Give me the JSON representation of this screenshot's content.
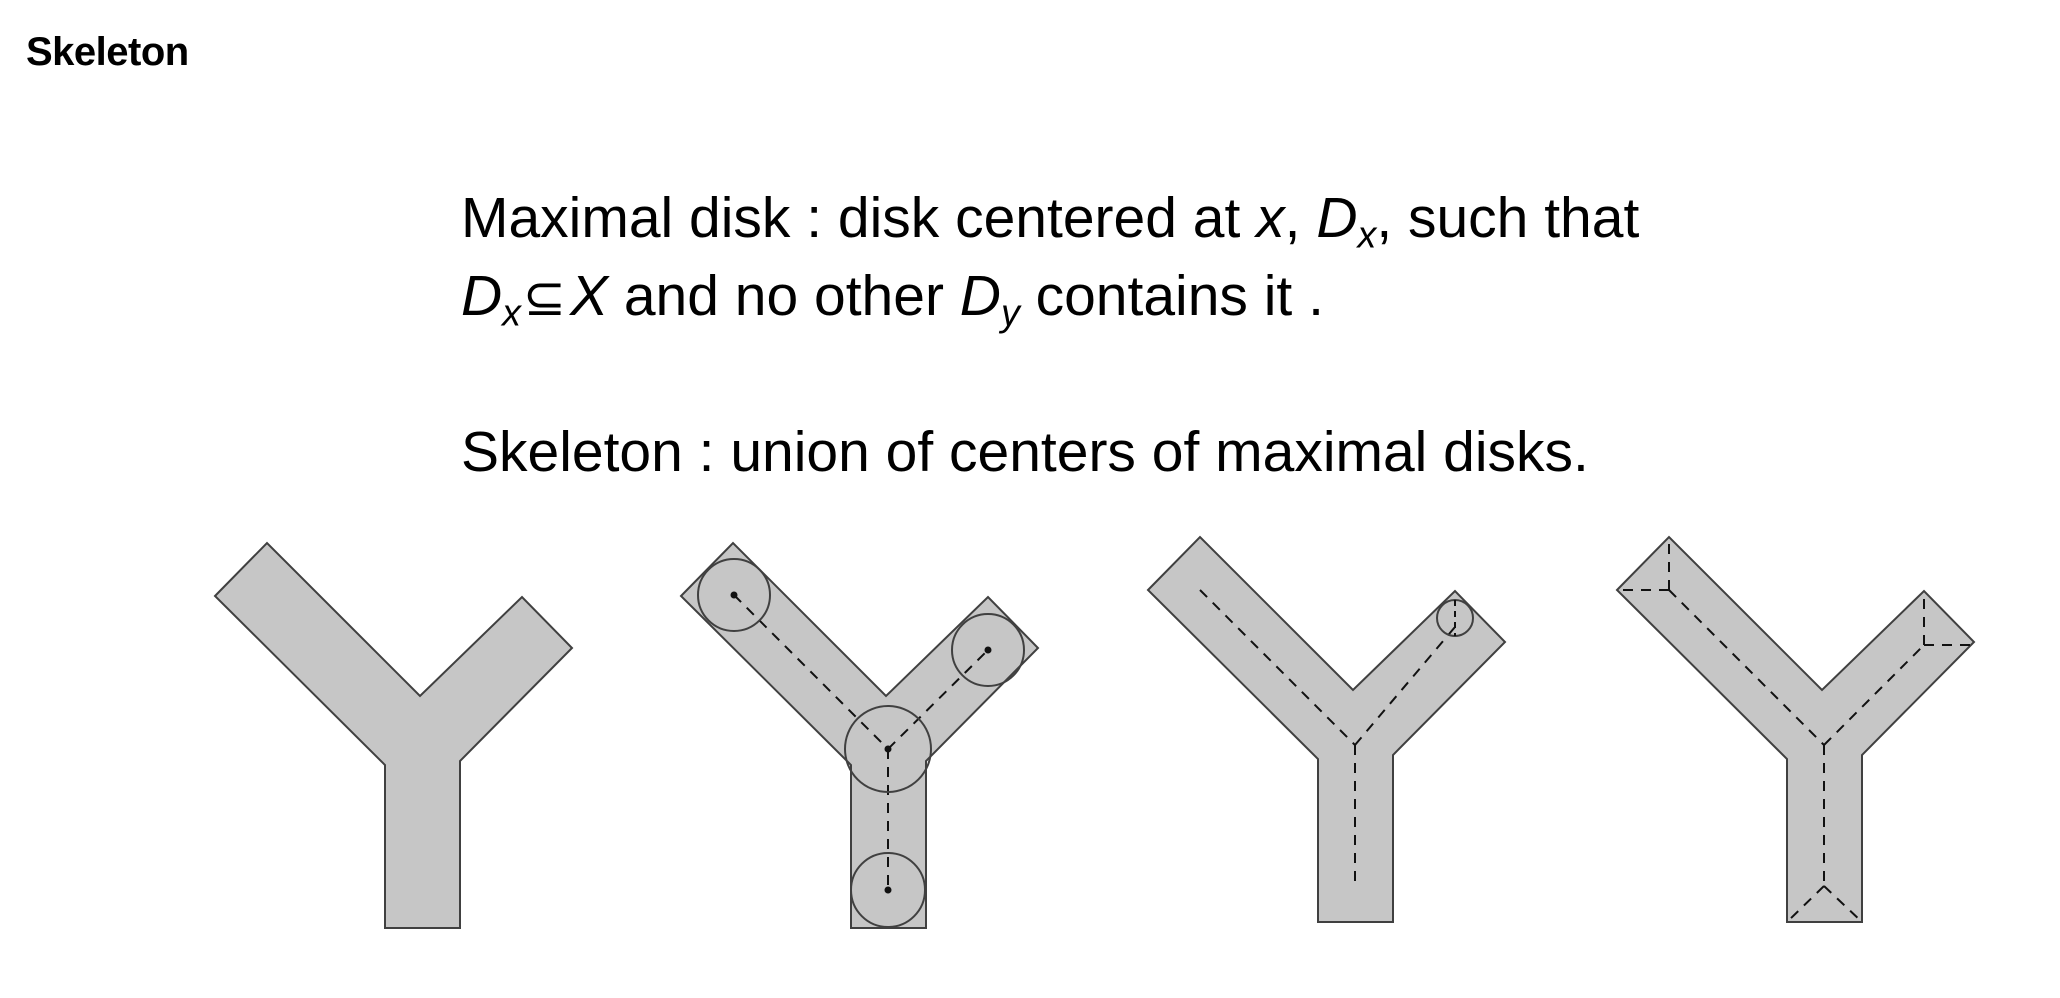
{
  "header": {
    "title": "Skeleton"
  },
  "definitions": {
    "line1": {
      "a": "Maximal disk : disk centered at ",
      "x": "x",
      "comma": ", ",
      "D": "D",
      "Dsub": "x",
      "tail": ", such that"
    },
    "line2": {
      "D": "D",
      "Dsub": "x",
      "subset": "⊆",
      "X": "X",
      "mid": " and no other ",
      "Dy": "D",
      "Dysub": "y",
      "tail": " contains it ."
    },
    "line3": "Skeleton : union of centers of maximal disks."
  },
  "colors": {
    "shape_fill": "#c6c6c6",
    "outline": "#404040",
    "skeleton": "#111111"
  },
  "figures": [
    {
      "id": "y-shape-plain",
      "circles": false,
      "skeleton": false
    },
    {
      "id": "y-shape-maximal-disks",
      "circles": true,
      "skeleton": true
    },
    {
      "id": "y-shape-skeleton-rounded",
      "circles": "one",
      "skeleton": true
    },
    {
      "id": "y-shape-skeleton-square",
      "circles": false,
      "skeleton": true
    }
  ]
}
